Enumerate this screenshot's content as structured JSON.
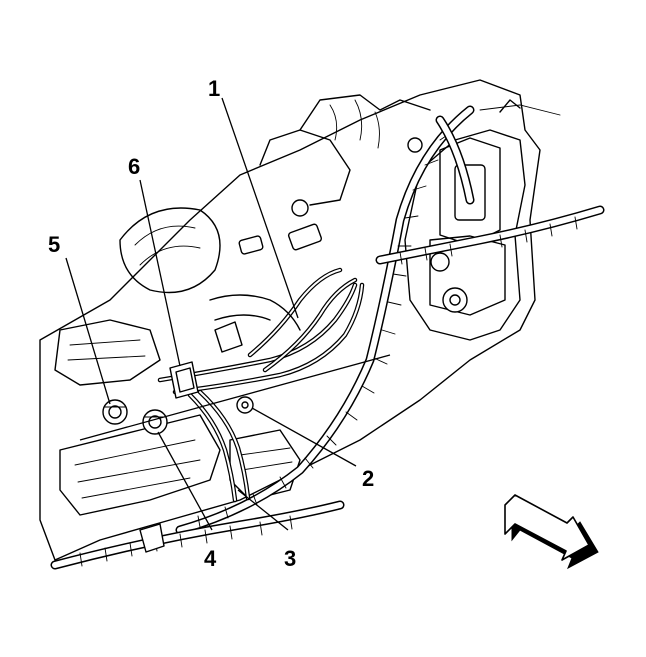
{
  "callouts": [
    {
      "id": "1",
      "label": "1"
    },
    {
      "id": "2",
      "label": "2"
    },
    {
      "id": "3",
      "label": "3"
    },
    {
      "id": "4",
      "label": "4"
    },
    {
      "id": "5",
      "label": "5"
    },
    {
      "id": "6",
      "label": "6"
    }
  ],
  "view_arrow": {
    "icon": "view-direction-arrow-icon"
  }
}
